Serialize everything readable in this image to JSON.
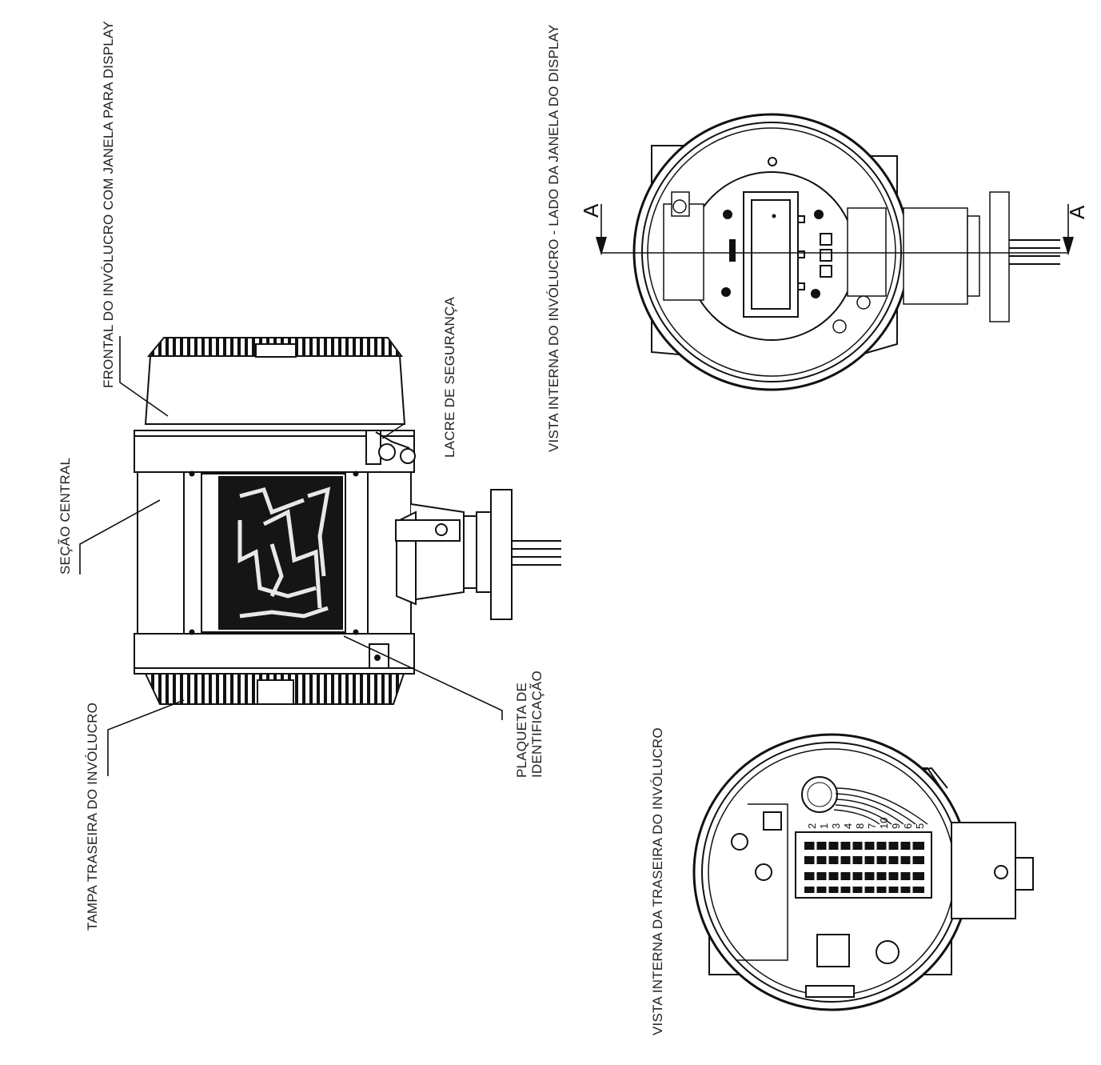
{
  "labels": {
    "frontal": "FRONTAL DO INVÓLUCRO COM JANELA PARA DISPLAY",
    "secao_central": "SEÇÃO CENTRAL",
    "lacre": "LACRE DE SEGURANÇA",
    "tampa_traseira": "TAMPA TRASEIRA DO INVÓLUCRO",
    "plaqueta_line1": "PLAQUETA DE",
    "plaqueta_line2": "IDENTIFICAÇÃO",
    "vista_display": "VISTA INTERNA DO INVÓLUCRO - LADO DA JANELA DO DISPLAY",
    "vista_traseira": "VISTA INTERNA DA TRASEIRA DO INVÓLUCRO"
  },
  "section_marks": {
    "left": "A",
    "right": "A"
  },
  "terminal_numbers": [
    "2",
    "1",
    "3",
    "4",
    "8",
    "7",
    "10",
    "9",
    "6",
    "5"
  ]
}
